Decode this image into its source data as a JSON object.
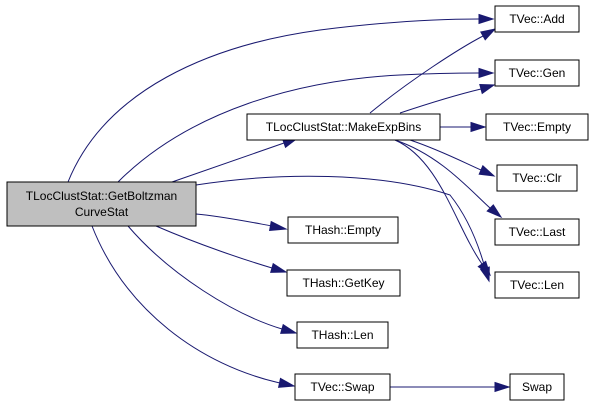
{
  "graph": {
    "edge_color": "#191970",
    "root_fill": "#bfbfbf",
    "nodes": {
      "root": {
        "lines": [
          "TLocClustStat::GetBoltzman",
          "CurveStat"
        ]
      },
      "makeExpBins": {
        "label": "TLocClustStat::MakeExpBins"
      },
      "vecAdd": {
        "label": "TVec::Add"
      },
      "vecGen": {
        "label": "TVec::Gen"
      },
      "vecEmpty": {
        "label": "TVec::Empty"
      },
      "vecClr": {
        "label": "TVec::Clr"
      },
      "vecLast": {
        "label": "TVec::Last"
      },
      "vecLen": {
        "label": "TVec::Len"
      },
      "hashEmpty": {
        "label": "THash::Empty"
      },
      "hashGetKey": {
        "label": "THash::GetKey"
      },
      "hashLen": {
        "label": "THash::Len"
      },
      "vecSwap": {
        "label": "TVec::Swap"
      },
      "swap": {
        "label": "Swap"
      }
    },
    "edges": [
      [
        "root",
        "vecAdd"
      ],
      [
        "root",
        "vecGen"
      ],
      [
        "root",
        "makeExpBins"
      ],
      [
        "root",
        "vecLen"
      ],
      [
        "root",
        "hashEmpty"
      ],
      [
        "root",
        "hashGetKey"
      ],
      [
        "root",
        "hashLen"
      ],
      [
        "root",
        "vecSwap"
      ],
      [
        "makeExpBins",
        "vecAdd"
      ],
      [
        "makeExpBins",
        "vecGen"
      ],
      [
        "makeExpBins",
        "vecEmpty"
      ],
      [
        "makeExpBins",
        "vecClr"
      ],
      [
        "makeExpBins",
        "vecLast"
      ],
      [
        "makeExpBins",
        "vecLen"
      ],
      [
        "vecSwap",
        "swap"
      ]
    ]
  }
}
